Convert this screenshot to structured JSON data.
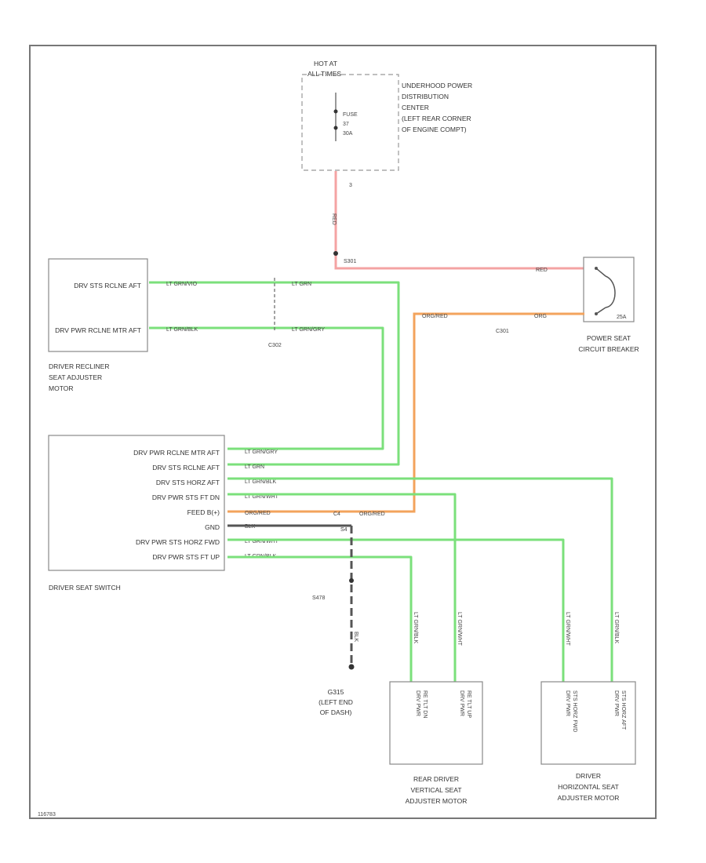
{
  "colors": {
    "green": "#7be07b",
    "red": "#f4a3a3",
    "orange": "#f3a35c",
    "black": "#555555"
  },
  "hot_label": "HOT AT",
  "hot_label_2": "ALL TIMES",
  "fuse": {
    "line1": "FUSE",
    "line2": "37",
    "line3": "30A"
  },
  "udpc": [
    "UNDERHOOD POWER",
    "DISTRIBUTION",
    "CENTER",
    "(LEFT REAR CORNER",
    "OF ENGINE COMPT)"
  ],
  "pin_udpc": "3",
  "splice_s301": "S301",
  "wire_red_vertical": "RED",
  "wire_red_horizontal": "RED",
  "circuit_breaker": {
    "amp": "25A",
    "label1": "POWER SEAT",
    "label2": "CIRCUIT BREAKER"
  },
  "c301": "C301",
  "c302": "C302",
  "wire_orgred_top": "ORG/RED",
  "wire_org_top": "ORG",
  "recliner": {
    "pin1": "DRV STS RCLNE AFT",
    "pin2": "DRV PWR RCLNE MTR AFT",
    "label": [
      "DRIVER RECLINER",
      "SEAT ADJUSTER",
      "MOTOR"
    ]
  },
  "recliner_wires": {
    "w1_left": "LT GRN/VIO",
    "w1_right": "LT GRN",
    "w2_left": "LT GRN/BLK",
    "w2_right": "LT GRN/GRY"
  },
  "switch": {
    "pins": [
      "DRV PWR RCLNE MTR AFT",
      "DRV STS RCLNE AFT",
      "DRV STS HORZ AFT",
      "DRV PWR STS FT DN",
      "FEED B(+)",
      "GND",
      "DRV PWR STS HORZ FWD",
      "DRV PWR STS FT UP"
    ],
    "wires": [
      "LT GRN/GRY",
      "LT GRN",
      "LT GRN/BLK",
      "LT GRN/WHT",
      "ORG/RED",
      "BLK",
      "LT GRN/WHT",
      "LT GRN/BLK"
    ],
    "label": "DRIVER SEAT SWITCH"
  },
  "c_mid": "C4",
  "wire_orgred_mid": "ORG/RED",
  "wire_blk_vertical": "BLK",
  "s4": "S4",
  "splice_s478": "S478",
  "ground": {
    "name": "G315",
    "line2": "(LEFT END",
    "line3": "OF DASH)"
  },
  "vertical_wires": [
    "LT GRN/BLK",
    "LT GRN/WHT",
    "LT GRN/WHT",
    "LT GRN/BLK"
  ],
  "rear_motor": {
    "pin1": [
      "DRV PWR",
      "RE TLT DN"
    ],
    "pin2": [
      "DRV PWR",
      "RE TLT UP"
    ],
    "label": [
      "REAR DRIVER",
      "VERTICAL SEAT",
      "ADJUSTER MOTOR"
    ]
  },
  "horz_motor": {
    "pin1": [
      "DRV PWR",
      "STS HORZ FWD"
    ],
    "pin2": [
      "DRV PWR",
      "STS HORZ AFT"
    ],
    "label": [
      "DRIVER",
      "HORIZONTAL SEAT",
      "ADJUSTER MOTOR"
    ]
  },
  "footer_id": "116783"
}
